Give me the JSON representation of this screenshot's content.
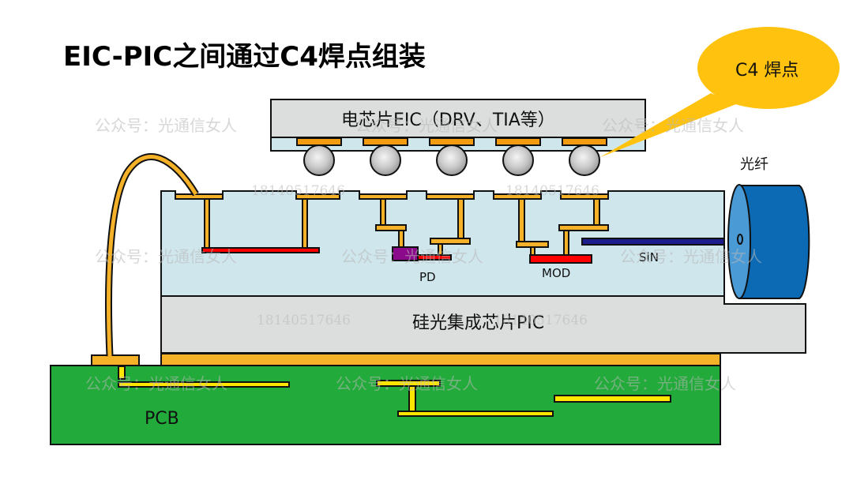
{
  "title": "EIC-PIC之间通过C4焊点组装",
  "labels": {
    "eic": "电芯片EIC（DRV、TIA等）",
    "pic": "硅光集成芯片PIC",
    "pcb": "PCB",
    "pd": "PD",
    "mod": "MOD",
    "sin": "SiN",
    "fiber": "光纤",
    "callout": "C4 焊点"
  },
  "watermarks": {
    "account": "公众号：光通信女人",
    "phone": "18140517646"
  },
  "colors": {
    "gold": "#f5b127",
    "red": "#ff0000",
    "purple": "#8b0a8b",
    "navy": "#1c1c8c",
    "pcb_green": "#22aa3a",
    "trace_yellow": "#ffe600",
    "pic_light_blue": "#cfe6ec",
    "chip_gray": "#dcdede",
    "fiber_blue": "#0b6ab3",
    "callout_yellow": "#ffc20e"
  },
  "c4_bump_count": 5
}
